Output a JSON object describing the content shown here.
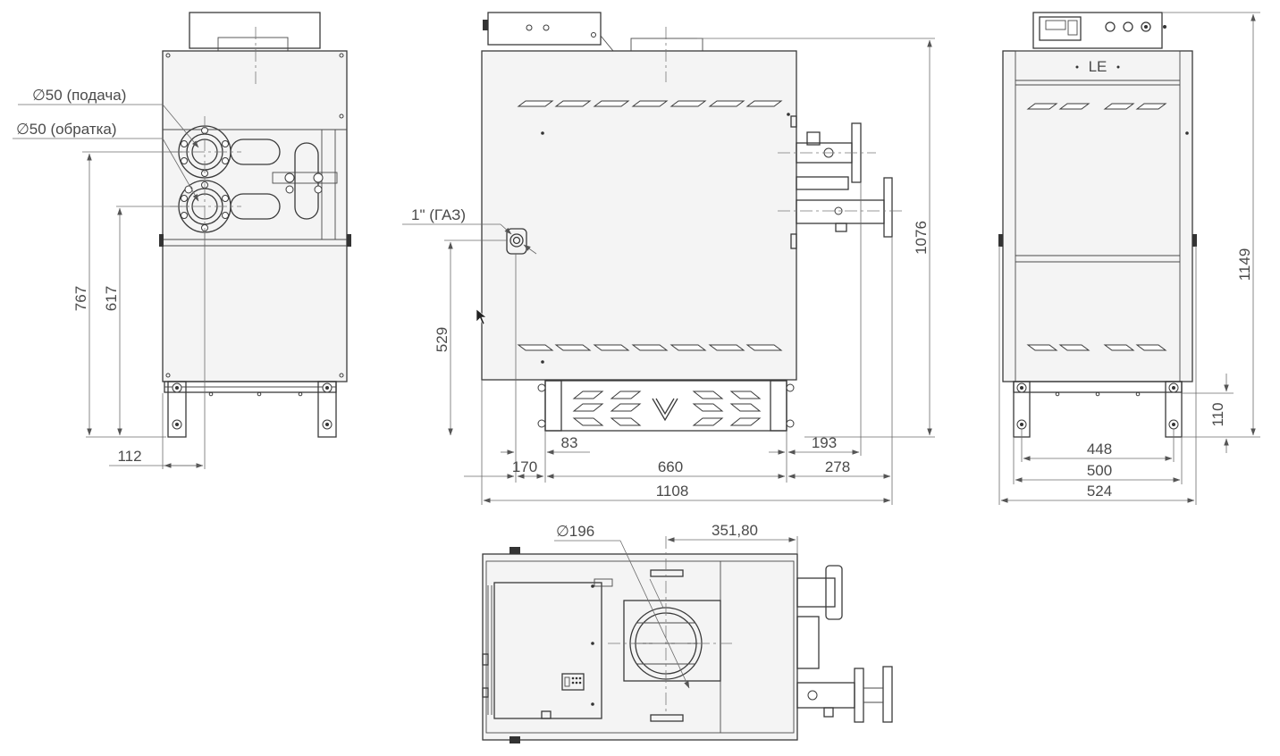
{
  "labels": {
    "supply_pipe": "∅50 (подача)",
    "return_pipe": "∅50 (обратка)",
    "gas_inlet": "1\" (ГАЗ)",
    "flue_diameter": "∅196",
    "brand_logo": "LE"
  },
  "dimensions": {
    "left": {
      "h_supply": "767",
      "h_return": "617",
      "offset": "112"
    },
    "front": {
      "h_gas": "529",
      "h_total": "1076",
      "d1": "83",
      "d2": "170",
      "d3": "660",
      "d4": "193",
      "d5": "278",
      "width": "1108"
    },
    "right": {
      "h_total": "1149",
      "h_legs": "110",
      "w1": "448",
      "w2": "500",
      "w3": "524"
    },
    "top": {
      "flue_offset": "351,80"
    }
  }
}
